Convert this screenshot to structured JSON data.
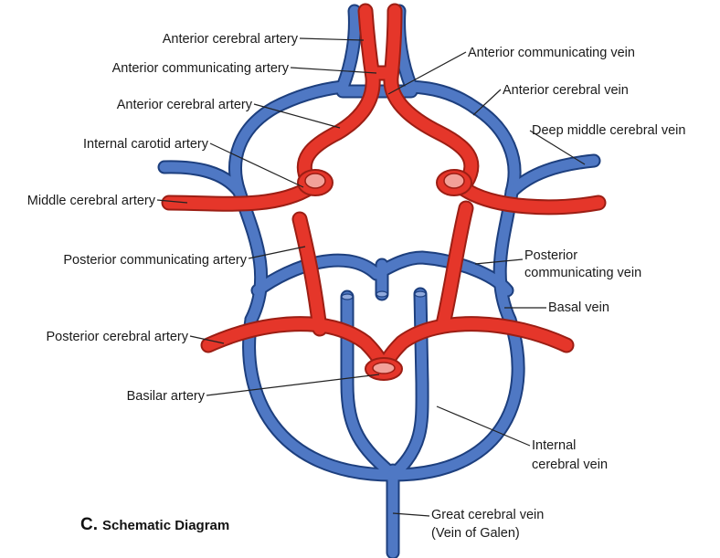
{
  "diagram": {
    "caption_letter": "C.",
    "caption_text": "Schematic Diagram",
    "labels": {
      "anterior_cerebral_artery_top": "Anterior cerebral artery",
      "anterior_communicating_artery": "Anterior communicating artery",
      "anterior_cerebral_artery_2": "Anterior cerebral artery",
      "internal_carotid_artery": "Internal carotid artery",
      "middle_cerebral_artery": "Middle cerebral artery",
      "posterior_communicating_artery": "Posterior communicating artery",
      "posterior_cerebral_artery": "Posterior cerebral artery",
      "basilar_artery": "Basilar artery",
      "anterior_communicating_vein": "Anterior communicating vein",
      "anterior_cerebral_vein": "Anterior cerebral vein",
      "deep_middle_cerebral_vein": "Deep middle cerebral vein",
      "posterior_communicating_vein_1": "Posterior",
      "posterior_communicating_vein_2": "communicating vein",
      "basal_vein": "Basal vein",
      "internal_cerebral_vein_1": "Internal",
      "internal_cerebral_vein_2": "cerebral vein",
      "great_cerebral_vein_1": "Great cerebral vein",
      "great_cerebral_vein_2": "(Vein of Galen)"
    },
    "colors": {
      "artery": "#e5362a",
      "artery_outline": "#9c1e14",
      "vein": "#4f78c4",
      "vein_outline": "#1d3f7e"
    }
  }
}
